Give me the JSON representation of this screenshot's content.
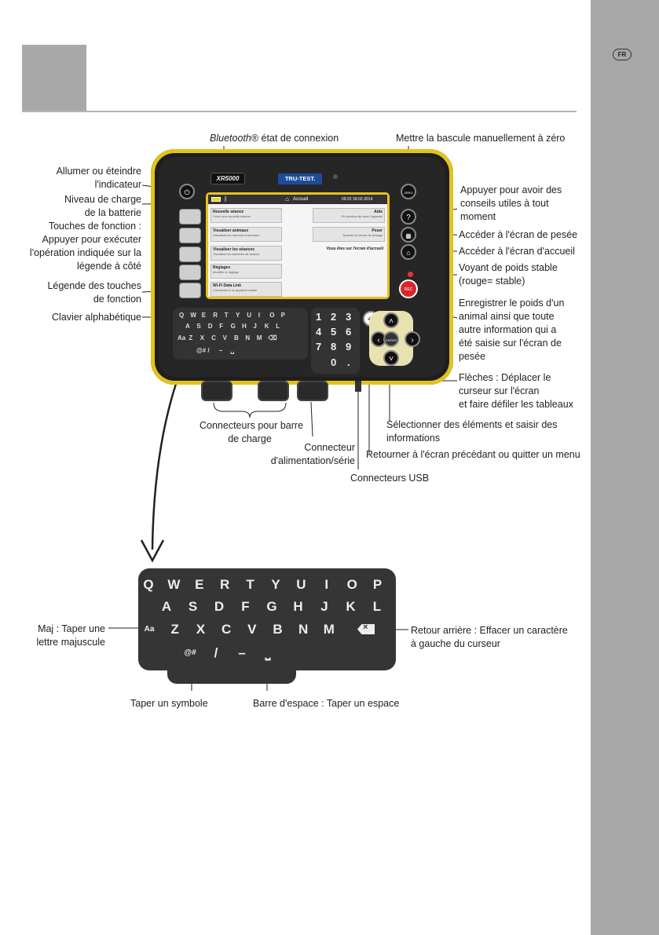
{
  "sidebar": {
    "lang_badge": "FR"
  },
  "callouts": {
    "bluetooth_prefix": "Bluetooth",
    "bluetooth_suffix": "® état de connexion",
    "zero": "Mettre la bascule manuellement à zéro",
    "power_1": "Allumer ou éteindre",
    "power_2": "l'indicateur",
    "battery_1": "Niveau de charge",
    "battery_2": "de la batterie",
    "fkeys_1": "Touches de fonction :",
    "fkeys_2": "Appuyer pour exécuter",
    "fkeys_3": "l'opération indiquée sur la",
    "fkeys_4": "légende à côté",
    "legend_1": "Légende des touches",
    "legend_2": "de fonction",
    "alpha_kb": "Clavier alphabétique",
    "help_1": "Appuyer pour avoir des",
    "help_2": "conseils utiles à tout",
    "help_3": "moment",
    "weigh": "Accéder à l'écran de pesée",
    "home": "Accéder à l'écran d'accueil",
    "stable_1": "Voyant de poids stable",
    "stable_2": "(rouge= stable)",
    "record_1": "Enregistrer le poids d'un",
    "record_2": "animal ainsi que toute",
    "record_3": "autre information qui a",
    "record_4": "été saisie sur l'écran de",
    "record_5": "pesée",
    "arrows_1": "Flèches :  Déplacer le",
    "arrows_2": "curseur sur l'écran",
    "arrows_3": "et faire défiler les tableaux",
    "select_1": "Sélectionner des éléments et saisir des",
    "select_2": "informations",
    "back": "Retourner à l'écran précédant ou quitter un menu",
    "usb": "Connecteurs USB",
    "loadbar_1": "Connecteurs pour barre",
    "loadbar_2": "de charge",
    "power_conn_1": "Connecteur",
    "power_conn_2": "d'alimentation/série",
    "shift_1": "Maj : Taper une",
    "shift_2": "lettre majuscule",
    "backspace_1": "Retour arrière : Effacer un caractère",
    "backspace_2": "à gauche du curseur",
    "symbol": "Taper un symbole",
    "space": "Barre d'espace : Taper un espace"
  },
  "device": {
    "brand": "XR5000",
    "logo": "TRU-TEST.",
    "screen_title": "Accueil",
    "screen_time": "09:22  18-02-2014",
    "menu": [
      {
        "title": "Nouvelle séance",
        "sub": "Créer une nouvelle séance"
      },
      {
        "title": "Visualiser animaux",
        "sub": "Visualiser les données d'animaux"
      },
      {
        "title": "Visualiser les séances",
        "sub": "Visualiser les données de séance"
      },
      {
        "title": "Réglages",
        "sub": "Modifier le réglage"
      },
      {
        "title": "Wi-Fi Data Link",
        "sub": "Connexion à un appareil mobile"
      }
    ],
    "right_menu": [
      {
        "title": "Aide",
        "sub": "En fonction de avec l'appareil"
      },
      {
        "title": "Peser",
        "sub": "Accéder à l'écran de pesage"
      },
      {
        "title": "Vous êtes sur l'écran d'accueil",
        "sub": ""
      }
    ],
    "zero_label": "ZERO",
    "enter_label": "ENTER",
    "rec_label": "REC",
    "keyrows": [
      [
        "Q",
        "W",
        "E",
        "R",
        "T",
        "Y",
        "U",
        "I",
        "O",
        "P"
      ],
      [
        "A",
        "S",
        "D",
        "F",
        "G",
        "H",
        "J",
        "K",
        "L"
      ],
      [
        "Aa",
        "Z",
        "X",
        "C",
        "V",
        "B",
        "N",
        "M",
        "⌫"
      ],
      [
        "@#",
        "/",
        "–",
        "␣"
      ]
    ],
    "numkeys": [
      "1",
      "2",
      "3",
      "4",
      "5",
      "6",
      "7",
      "8",
      "9",
      "0",
      "."
    ]
  },
  "big_keyboard": {
    "row1": [
      "Q",
      "W",
      "E",
      "R",
      "T",
      "Y",
      "U",
      "I",
      "O",
      "P"
    ],
    "row2": [
      "A",
      "S",
      "D",
      "F",
      "G",
      "H",
      "J",
      "K",
      "L"
    ],
    "row3": [
      "Aa",
      "Z",
      "X",
      "C",
      "V",
      "B",
      "N",
      "M"
    ],
    "row4": [
      "@#",
      "/",
      "–",
      "⎵"
    ]
  },
  "colors": {
    "sidebar": "#a8a8a8",
    "device_trim": "#e3c21a",
    "keyboard": "#353535",
    "rec_button": "#d9262a"
  }
}
